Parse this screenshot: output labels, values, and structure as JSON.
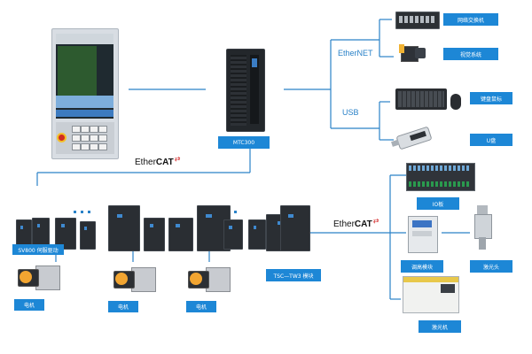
{
  "colors": {
    "accent": "#1d87d6",
    "line": "#2a82c8",
    "ethercat_arrow": "#d22222"
  },
  "controller": {
    "label": "MTC300"
  },
  "bus_labels": {
    "ethernet": "EtherNET",
    "usb": "USB"
  },
  "ethercat": {
    "text_prefix": "Ether",
    "text_bold": "CAT"
  },
  "peripherals": {
    "network_switch": "网络交换机",
    "vision_system": "视觉系统",
    "keyboard_mouse": "键盘鼠标",
    "usb_drive": "U盘"
  },
  "io": {
    "io_board": "IO板",
    "height_controller": "调高模块",
    "laser_head": "激光头",
    "laser": "激光机"
  },
  "drives": {
    "servo_label": "SV800 伺服驱动",
    "ptsc_label": "TSC—TW3 模块"
  },
  "motors": [
    "电机",
    "电机",
    "电机"
  ],
  "icons": [
    "monitor-icon",
    "keyboard-icon",
    "mouse-icon",
    "usb-drive-icon",
    "network-switch-icon",
    "camera-icon",
    "laser-head-icon"
  ]
}
